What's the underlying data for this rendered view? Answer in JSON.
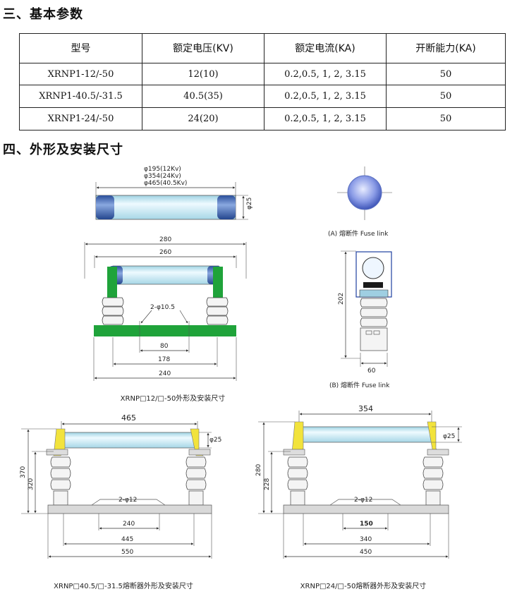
{
  "section3": {
    "title": "三、基本参数"
  },
  "params_table": {
    "headers": [
      "型号",
      "额定电压(KV)",
      "额定电流(KA)",
      "开断能力(KA)"
    ],
    "rows": [
      [
        "XRNP1-12/-50",
        "12(10)",
        "0.2,0.5, 1, 2, 3.15",
        "50"
      ],
      [
        "XRNP1-40.5/-31.5",
        "40.5(35)",
        "0.2,0.5, 1, 2, 3.15",
        "50"
      ],
      [
        "XRNP1-24/-50",
        "24(20)",
        "0.2,0.5, 1, 2, 3.15",
        "50"
      ]
    ]
  },
  "section4": {
    "title": "四、外形及安装尺寸"
  },
  "fig_fuse": {
    "len1": "φ195(12Kv)",
    "len2": "φ354(24Kv)",
    "len3": "φ465(40.5Kv)",
    "dia": "φ25"
  },
  "fig_a": {
    "caption": "(A) 熔断件 Fuse link"
  },
  "fig_b": {
    "caption": "(B) 熔断件 Fuse link",
    "height": "202",
    "width": "60"
  },
  "fig12": {
    "d280": "280",
    "d260": "260",
    "holes": "2-φ10.5",
    "d80": "80",
    "d178": "178",
    "d240": "240",
    "caption": "XRNP□12/□-50外形及安装尺寸"
  },
  "fig405": {
    "d465": "465",
    "dia": "φ25",
    "h370": "370",
    "h320": "320",
    "holes": "2-φ12",
    "d240": "240",
    "d445": "445",
    "d550": "550",
    "caption": "XRNP□40.5/□-31.5熔断器外形及安装尺寸"
  },
  "fig24": {
    "d354": "354",
    "dia": "φ25",
    "h280": "280",
    "h228": "228",
    "holes": "2-φ12",
    "d150": "150",
    "d340": "340",
    "d450": "450",
    "caption": "XRNP□24/□-50熔断器外形及安装尺寸"
  },
  "colors": {
    "tube": "#cfeef6",
    "cap": "#4a6fb8",
    "green": "#1fa33a",
    "yellow": "#f2e33c",
    "base": "#d9d9d9"
  }
}
